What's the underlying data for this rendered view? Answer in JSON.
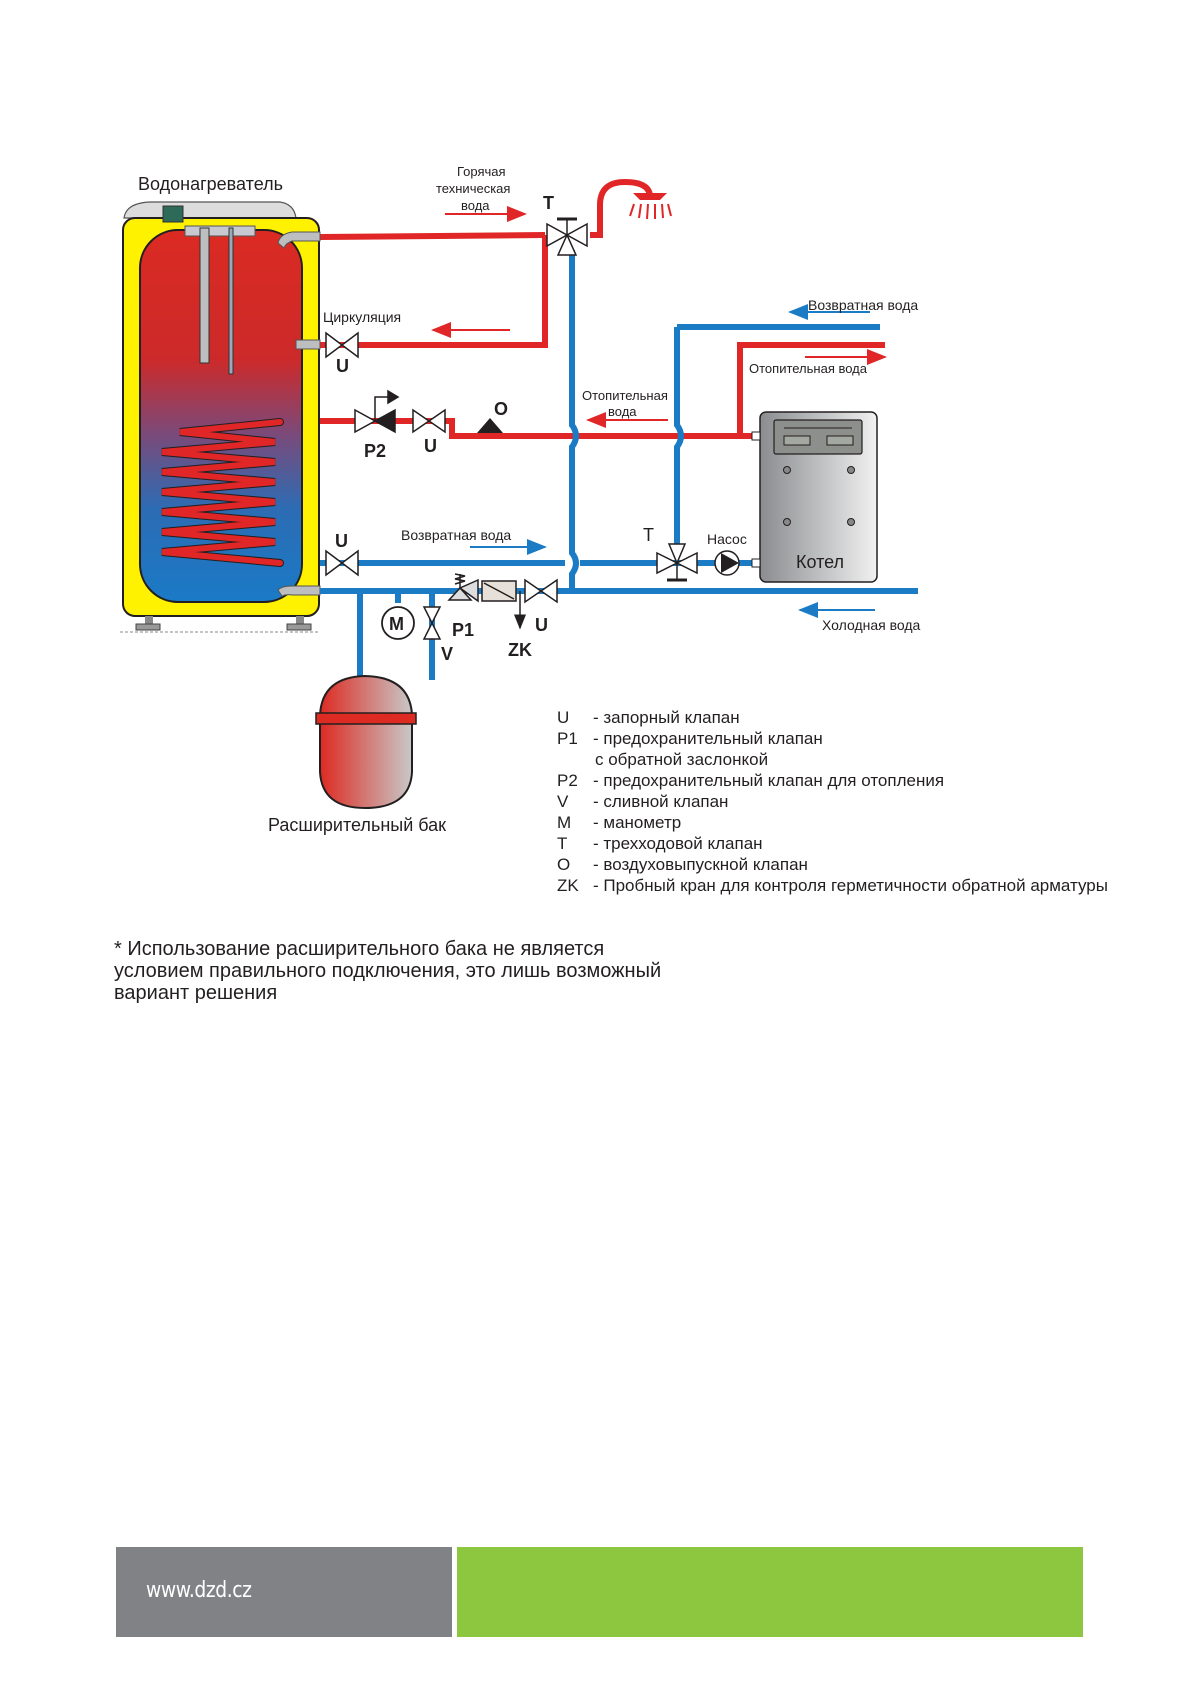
{
  "diagram": {
    "title_heater": "Водонагреватель",
    "hot_water_label": [
      "Горячая",
      "техническая",
      "вода"
    ],
    "circulation_label": "Циркуляция",
    "return_water_top": "Возвратная  вода",
    "heating_water_top": "Отопительная вода",
    "heating_water_mid": [
      "Отопительная",
      "вода"
    ],
    "return_water_mid": "Возвратная  вода",
    "cold_water": "Холодная вода",
    "pump_label": "Насос",
    "boiler_label": "Котел",
    "expansion_tank_label": "Расширительный бак",
    "valve_labels": {
      "T_top": "T",
      "U_circ": "U",
      "P2": "P2",
      "U_heat": "U",
      "O": "O",
      "U_return": "U",
      "T_right": "T",
      "M": "M",
      "V": "V",
      "P1": "P1",
      "ZK": "ZK",
      "U_cold": "U"
    },
    "colors": {
      "hot_pipe": "#e02626",
      "cold_pipe": "#1b7bc4",
      "tank_jacket": "#fff200",
      "boiler_body": "#a7a9ac",
      "footer_grey": "#808285",
      "footer_green": "#8dc63f"
    }
  },
  "legend": [
    {
      "key": "U",
      "text": "- запорный клапан"
    },
    {
      "key": "P1",
      "text": "- предохранительный клапан",
      "sub": "с обратной заслонкой"
    },
    {
      "key": "P2",
      "text": "- предохранительный клапан для отопления"
    },
    {
      "key": "V",
      "text": "- сливной клапан"
    },
    {
      "key": "M",
      "text": "- манометр"
    },
    {
      "key": "T",
      "text": "- трехходовой клапан"
    },
    {
      "key": "O",
      "text": "- воздуховыпускной клапан"
    },
    {
      "key": "ZK",
      "text": "- Пробный кран для контроля герметичности обратной арматуры"
    }
  ],
  "note": [
    "* Использование расширительного бака не является",
    "условием правильного подключения, это лишь возможный",
    "вариант решения"
  ],
  "footer": {
    "url": "www.dzd.cz"
  }
}
